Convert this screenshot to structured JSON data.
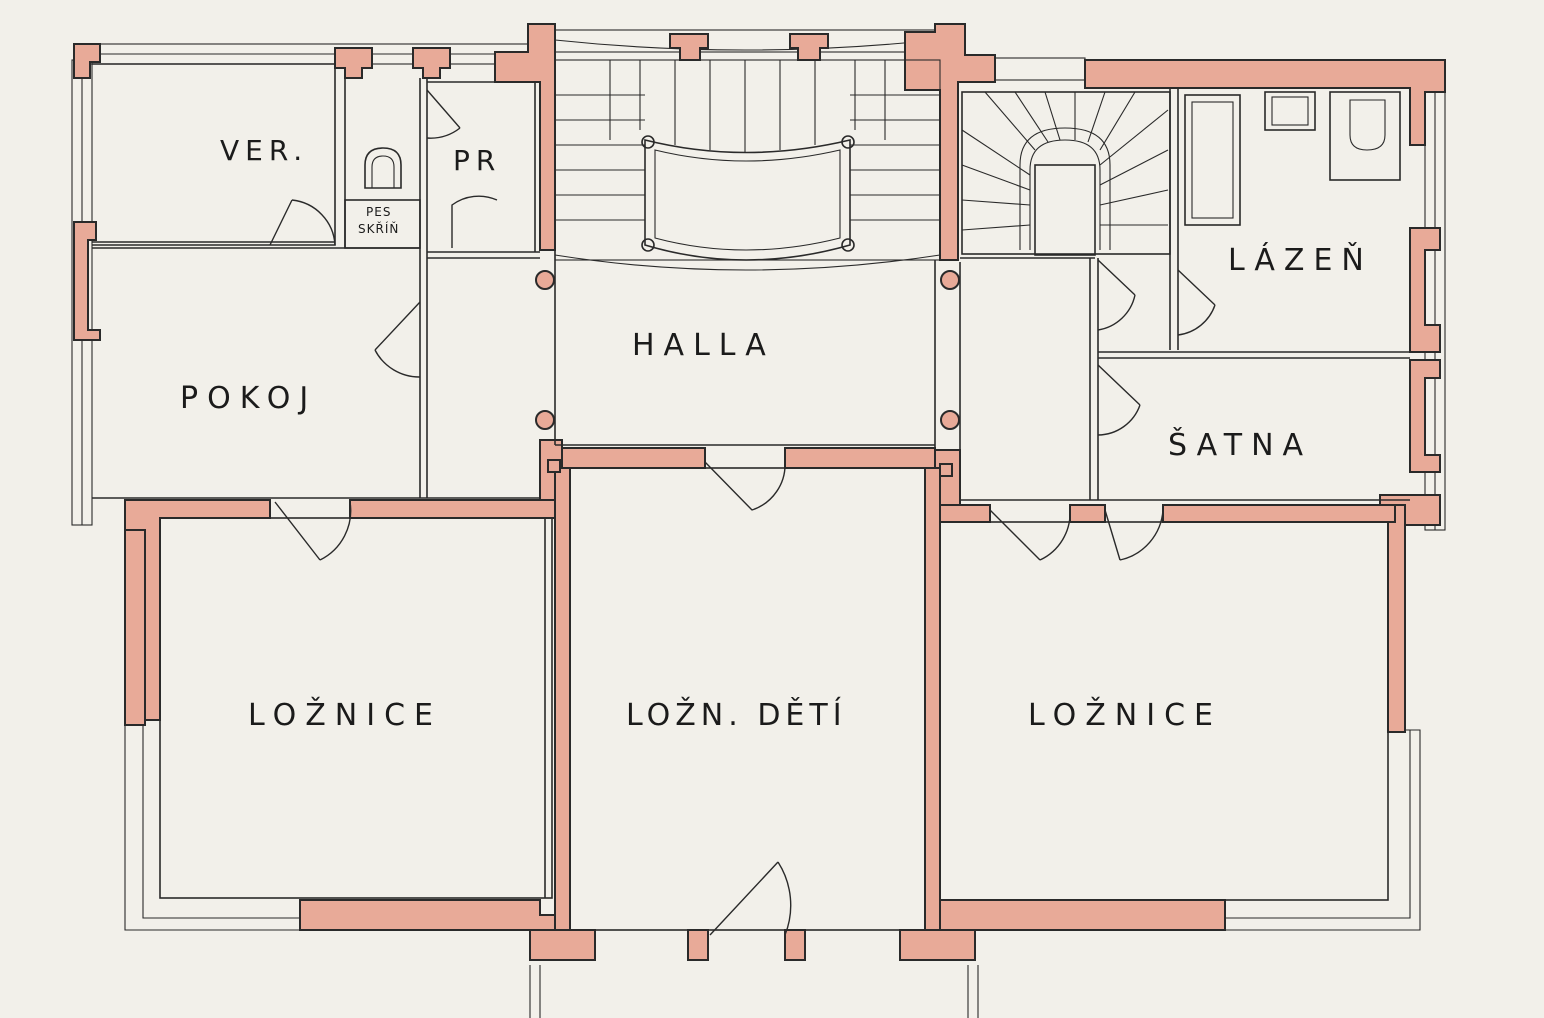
{
  "plan": {
    "colors": {
      "paper": "#f2f0ea",
      "wall_fill": "#e8aa98",
      "line": "#2a2a2a"
    },
    "rooms": {
      "veranda": "VER.",
      "pantry": "PR",
      "dog_label": "PES",
      "closet_label": "SKŘÍŇ",
      "hall": "HALLA",
      "room": "POKOJ",
      "bath": "LÁZEŇ",
      "wardrobe": "ŠATNA",
      "bedroom_left": "LOŽNICE",
      "kids_bedroom": "LOŽN. DĚTÍ",
      "bedroom_right": "LOŽNICE"
    }
  }
}
